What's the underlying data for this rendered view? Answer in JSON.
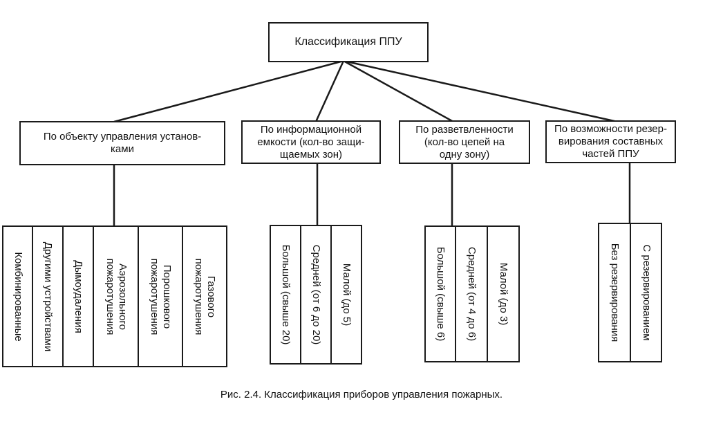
{
  "diagram": {
    "root": "Классификация ППУ",
    "categories": [
      {
        "label": "По объекту управления установ-\nками",
        "items": [
          "Комбинированные",
          "Другими устройствами",
          "Дымоудаления",
          "Аэрозольного\nпожаротушения",
          "Порошкового\nпожаротушения",
          "Газового\nпожаротушения"
        ]
      },
      {
        "label": "По информационной\nемкости (кол-во защи-\nщаемых зон)",
        "items": [
          "Большой (свыше 20)",
          "Средней (от 6 до 20)",
          "Малой (до 5)"
        ]
      },
      {
        "label": "По разветвленности\n(кол-во цепей на\nодну зону)",
        "items": [
          "Большой (свыше 6)",
          "Средней (от 4 до 6)",
          "Малой (до 3)"
        ]
      },
      {
        "label": "По возможности резер-\nвирования составных\nчастей ППУ",
        "items": [
          "Без резервирования",
          "С резервированием"
        ]
      }
    ],
    "caption": "Рис. 2.4. Классификация приборов управления пожарных."
  }
}
